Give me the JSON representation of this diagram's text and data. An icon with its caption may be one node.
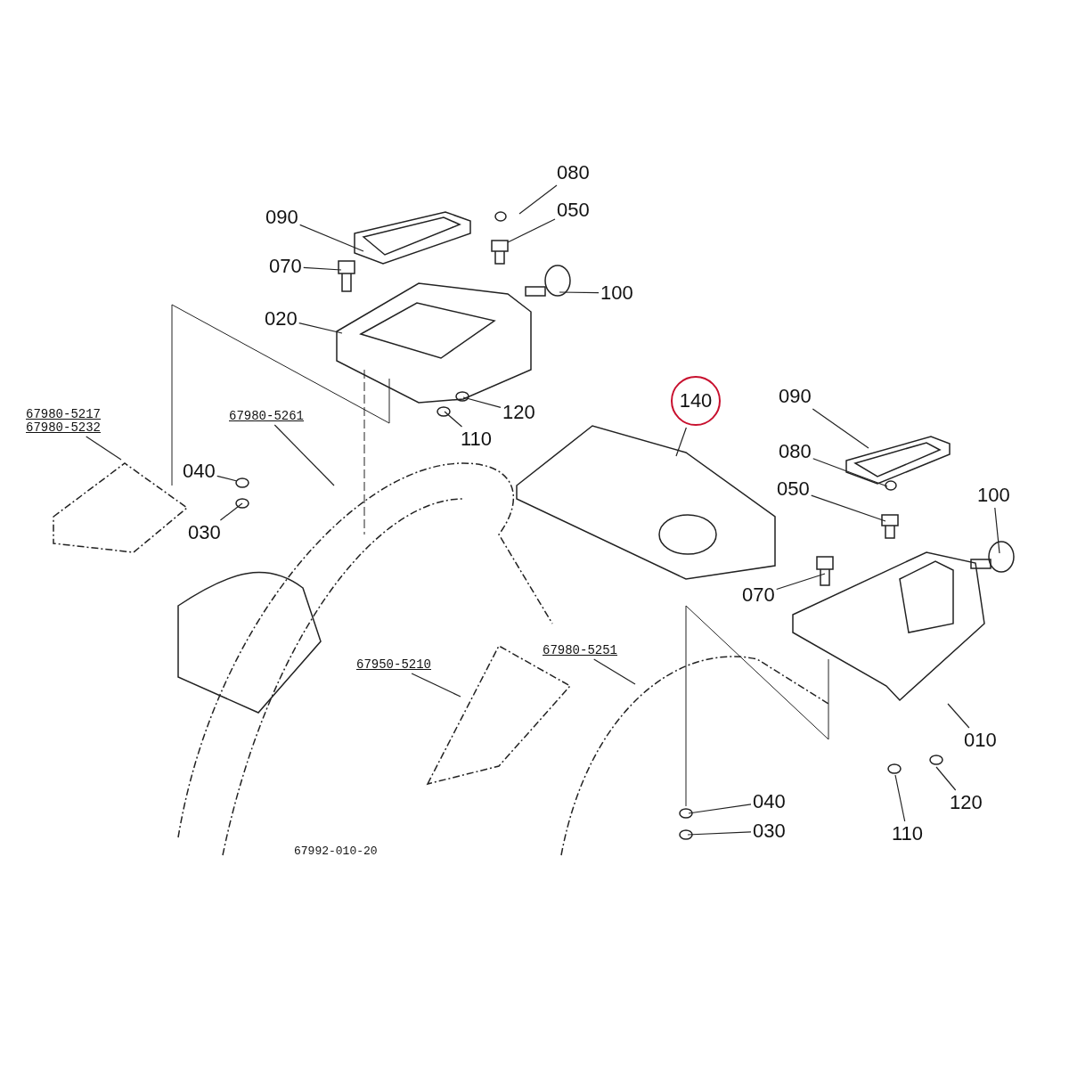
{
  "diagram": {
    "nodes": [
      {
        "text": [
          "080"
        ]
      },
      {
        "text": [
          "050"
        ]
      },
      {
        "text": [
          "090"
        ]
      },
      {
        "text": [
          "070"
        ]
      },
      {
        "text": [
          "100"
        ]
      },
      {
        "text": [
          "020"
        ]
      },
      {
        "text": [
          "120"
        ]
      },
      {
        "text": [
          "110"
        ]
      },
      {
        "text": [
          "140"
        ]
      },
      {
        "text": [
          "090"
        ]
      },
      {
        "text": [
          "080"
        ]
      },
      {
        "text": [
          "050"
        ]
      },
      {
        "text": [
          "100"
        ]
      },
      {
        "text": [
          "070"
        ]
      },
      {
        "text": [
          "010"
        ]
      },
      {
        "text": [
          "120"
        ]
      },
      {
        "text": [
          "110"
        ]
      },
      {
        "text": [
          "040"
        ]
      },
      {
        "text": [
          "030"
        ]
      },
      {
        "text": [
          "040"
        ]
      },
      {
        "text": [
          "030"
        ]
      },
      {
        "text": [
          "67980-5217",
          "67980-5232"
        ]
      },
      {
        "text": [
          "67980-5261"
        ]
      },
      {
        "text": [
          "67950-5210"
        ]
      },
      {
        "text": [
          "67980-5251"
        ]
      }
    ],
    "edges": [
      {
        "from": 0,
        "to": null,
        "arrow": "none"
      },
      {
        "from": 1,
        "to": null,
        "arrow": "none"
      },
      {
        "from": 2,
        "to": null,
        "arrow": "none"
      },
      {
        "from": 3,
        "to": null,
        "arrow": "none"
      },
      {
        "from": 4,
        "to": null,
        "arrow": "none"
      },
      {
        "from": 5,
        "to": null,
        "arrow": "none"
      },
      {
        "from": 6,
        "to": null,
        "arrow": "none"
      },
      {
        "from": 7,
        "to": null,
        "arrow": "none"
      },
      {
        "from": 8,
        "to": null,
        "arrow": "none"
      },
      {
        "from": 9,
        "to": null,
        "arrow": "none"
      },
      {
        "from": 10,
        "to": null,
        "arrow": "none"
      },
      {
        "from": 11,
        "to": null,
        "arrow": "none"
      },
      {
        "from": 12,
        "to": null,
        "arrow": "none"
      },
      {
        "from": 13,
        "to": null,
        "arrow": "none"
      },
      {
        "from": 14,
        "to": null,
        "arrow": "none"
      },
      {
        "from": 15,
        "to": null,
        "arrow": "none"
      },
      {
        "from": 16,
        "to": null,
        "arrow": "none"
      },
      {
        "from": 17,
        "to": null,
        "arrow": "none"
      },
      {
        "from": 18,
        "to": null,
        "arrow": "none"
      },
      {
        "from": 19,
        "to": null,
        "arrow": "none"
      },
      {
        "from": 20,
        "to": null,
        "arrow": "none"
      },
      {
        "from": 21,
        "to": null,
        "arrow": "none"
      },
      {
        "from": 22,
        "to": null,
        "arrow": "none"
      },
      {
        "from": 23,
        "to": null,
        "arrow": "none"
      },
      {
        "from": 24,
        "to": null,
        "arrow": "none"
      }
    ],
    "labels": [
      "67992-010-20"
    ]
  }
}
